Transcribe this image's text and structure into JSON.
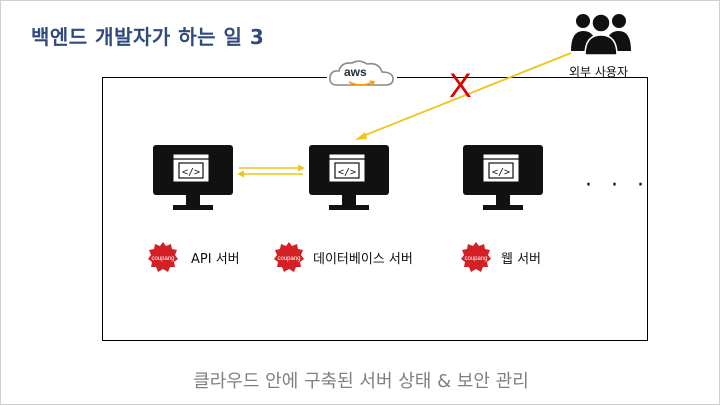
{
  "title": "백엔드 개발자가 하는 일 3",
  "cloud": {
    "provider_label": "aws"
  },
  "external_users": {
    "label": "외부 사용자",
    "icon": "users-icon"
  },
  "blocked_marker": "X",
  "servers": [
    {
      "label": "API 서버",
      "badge_text": "coupang",
      "icon": "monitor-code-icon"
    },
    {
      "label": "데이터베이스 서버",
      "badge_text": "coupang",
      "icon": "monitor-code-icon"
    },
    {
      "label": "웹 서버",
      "badge_text": "coupang",
      "icon": "monitor-code-icon"
    }
  ],
  "more_marker": "· · ·",
  "footer": "클라우드 안에 구축된 서버 상태 & 보안 관리",
  "colors": {
    "title": "#2f4a7d",
    "arrow": "#f0c419",
    "blocked": "#e00000",
    "badge": "#d32027",
    "footer": "#808080"
  }
}
